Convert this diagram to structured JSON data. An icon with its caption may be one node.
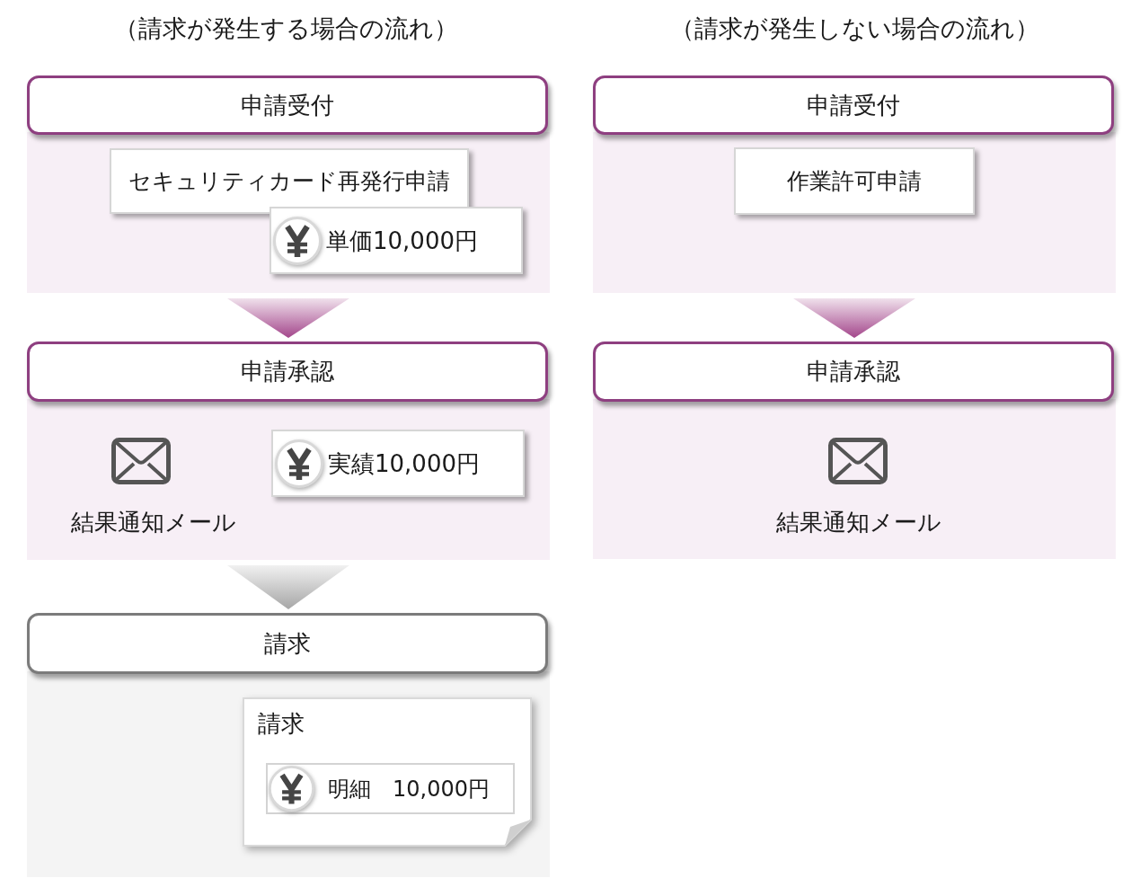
{
  "diagram": {
    "nodes": [
      {
        "text": [
          "申請受付"
        ]
      },
      {
        "text": [
          "セキュリティカード再発行申請"
        ],
        "in": 0
      },
      {
        "text": [
          "単価10,000円"
        ],
        "in": 0
      },
      {
        "text": [
          "申請承認"
        ]
      },
      {
        "text": [],
        "shape": "picture",
        "beside": [
          "結果通知メール"
        ],
        "in": 3
      },
      {
        "text": [
          "実績10,000円"
        ],
        "in": 3
      },
      {
        "text": [
          "請求"
        ]
      },
      {
        "text": [
          "請求"
        ],
        "in": 6
      },
      {
        "text": [
          "明細　10,000円"
        ],
        "in": 7
      },
      {
        "text": [
          "申請受付"
        ]
      },
      {
        "text": [
          "作業許可申請"
        ],
        "in": 9
      },
      {
        "text": [
          "申請承認"
        ]
      },
      {
        "text": [],
        "shape": "picture",
        "beside": [
          "結果通知メール"
        ],
        "in": 11
      }
    ],
    "edges": [
      {
        "from": 0,
        "to": 3,
        "arrow": "to"
      },
      {
        "from": 3,
        "to": 6,
        "arrow": "to",
        "color": "#a6a6a6"
      },
      {
        "from": 9,
        "to": 11,
        "arrow": "to"
      }
    ],
    "labels": [
      "（請求が発生する場合の流れ）",
      "（請求が発生しない場合の流れ）"
    ]
  }
}
